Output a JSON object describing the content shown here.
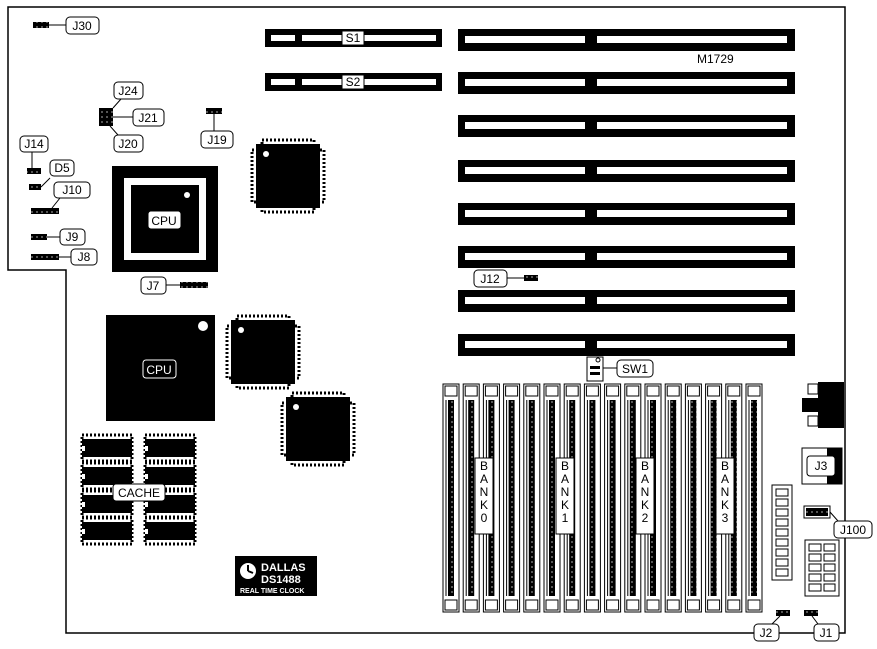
{
  "diagram": {
    "model": "M1729",
    "slots": {
      "s1": "S1",
      "s2": "S2"
    },
    "jumpers": {
      "j30": "J30",
      "j24": "J24",
      "j21": "J21",
      "j20": "J20",
      "j19": "J19",
      "j14": "J14",
      "d5": "D5",
      "j10": "J10",
      "j9": "J9",
      "j8": "J8",
      "j7": "J7",
      "j12": "J12",
      "sw1": "SW1",
      "j3": "J3",
      "j100": "J100",
      "j2": "J2",
      "j1": "J1"
    },
    "chips": {
      "cpu_socket": "CPU",
      "cpu_chip": "CPU",
      "cache": "CACHE"
    },
    "banks": [
      "BANK0",
      "BANK1",
      "BANK2",
      "BANK3"
    ],
    "rtc": {
      "brand": "DALLAS",
      "part": "DS1488",
      "caption": "REAL TIME CLOCK"
    }
  }
}
